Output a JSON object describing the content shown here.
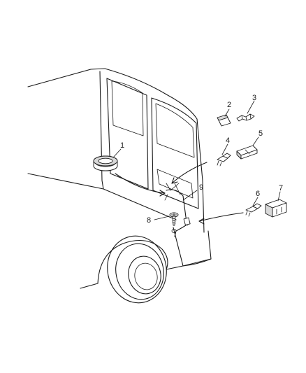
{
  "diagram": {
    "callouts": [
      {
        "id": "1",
        "label": "1"
      },
      {
        "id": "2",
        "label": "2"
      },
      {
        "id": "3",
        "label": "3"
      },
      {
        "id": "4",
        "label": "4"
      },
      {
        "id": "5",
        "label": "5"
      },
      {
        "id": "6",
        "label": "6"
      },
      {
        "id": "7",
        "label": "7"
      },
      {
        "id": "8",
        "label": "8"
      },
      {
        "id": "9",
        "label": "9"
      }
    ],
    "parts": [
      {
        "callout": "1",
        "shape": "grommet"
      },
      {
        "callout": "2",
        "shape": "connector-cover"
      },
      {
        "callout": "3",
        "shape": "terminal-lock"
      },
      {
        "callout": "4",
        "shape": "terminal"
      },
      {
        "callout": "5",
        "shape": "connector"
      },
      {
        "callout": "6",
        "shape": "terminal"
      },
      {
        "callout": "7",
        "shape": "connector-housing"
      },
      {
        "callout": "8",
        "shape": "screw"
      },
      {
        "callout": "9",
        "shape": "wiring-harness"
      }
    ],
    "colors": {
      "line": "#1a1a1a",
      "background": "#ffffff",
      "shade": "#d9d9d9"
    }
  }
}
